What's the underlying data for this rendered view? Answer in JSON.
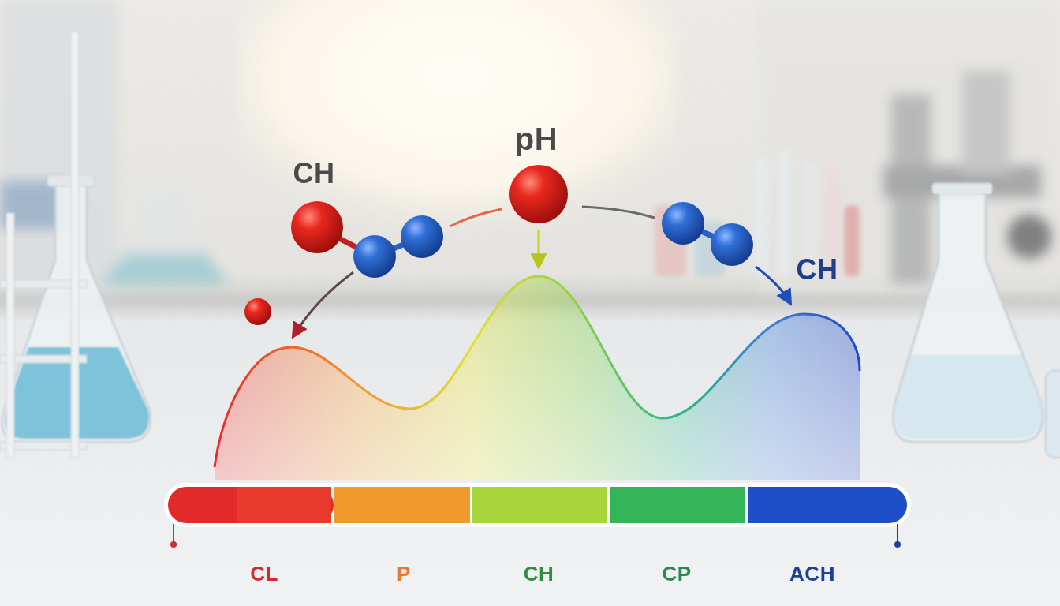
{
  "diagram": {
    "labels": [
      "CH",
      "pH",
      "CH",
      "CL",
      "P",
      "CH",
      "CP",
      "ACH"
    ]
  }
}
